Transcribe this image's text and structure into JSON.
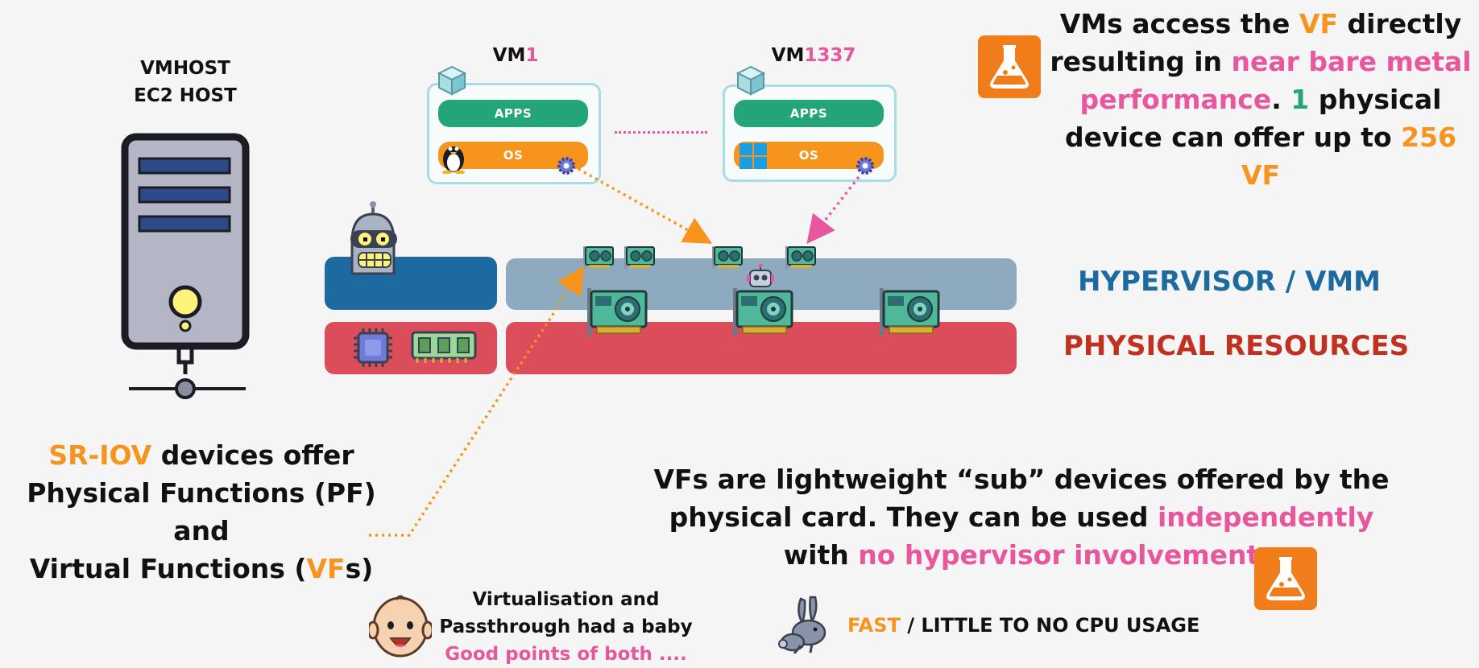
{
  "host": {
    "line1": "VMHOST",
    "line2": "EC2 HOST"
  },
  "vm1": {
    "prefix": "VM",
    "number": "1",
    "apps": "APPS",
    "os": "OS"
  },
  "vm2": {
    "prefix": "VM",
    "number": "1337",
    "apps": "APPS",
    "os": "OS"
  },
  "layers": {
    "hypervisor": "HYPERVISOR / VMM",
    "physical": "PHYSICAL RESOURCES"
  },
  "top_right": {
    "l1_a": "VMs access the ",
    "l1_b": "VF",
    "l1_c": " directly",
    "l2_a": "resulting in ",
    "l2_b": "near bare metal",
    "l3_a": "performance",
    "l3_b": ". ",
    "l3_c": "1",
    "l3_d": " physical",
    "l4_a": "device can offer up to ",
    "l4_b": "256 VF"
  },
  "sriov": {
    "l1_a": "SR-IOV",
    "l1_b": " devices offer",
    "l2": "Physical Functions (PF) and",
    "l3_a": "Virtual Functions (",
    "l3_b": "VF",
    "l3_c": "s)"
  },
  "vfs_desc": {
    "l1": "VFs are lightweight “sub” devices offered by the",
    "l2_a": "physical card. They can be used ",
    "l2_b": "independently",
    "l3_a": "with ",
    "l3_b": "no hypervisor involvement"
  },
  "baby": {
    "l1": "Virtualisation and",
    "l2": "Passthrough had a baby",
    "l3": "Good points of both ...."
  },
  "fast": {
    "a": "FAST",
    "b": " / LITTLE TO NO CPU USAGE"
  },
  "colors": {
    "orange": "#f7941d",
    "pink": "#e8579e",
    "green": "#1fa776",
    "hypervisor_label": "#1c6a9f",
    "physical_label": "#c0311f"
  }
}
